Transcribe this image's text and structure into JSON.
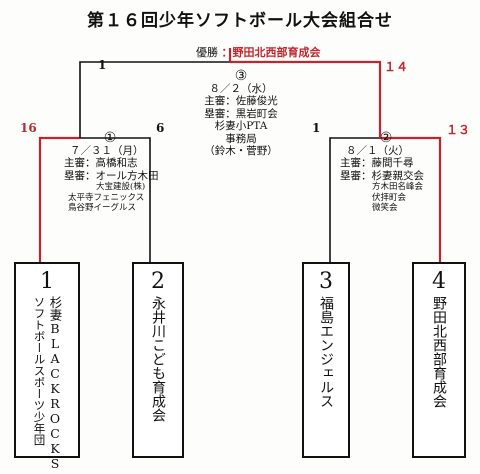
{
  "title": "第１６回少年ソフトボール大会組合せ",
  "winner": {
    "label": "優勝",
    "name": "：野田北西部育成会"
  },
  "final": {
    "number": "③",
    "date": "８／２（水）",
    "lines": [
      "主審：佐藤俊光",
      "塁審：黒岩町会",
      "杉妻小PTA",
      "事務局",
      "（鈴木・菅野）"
    ]
  },
  "semi1": {
    "number": "①",
    "date": "７／３１（月）",
    "lines": [
      "主審：高橋和志",
      "塁審：オール方木田",
      "大宝建設(株)",
      "太平寺フェニックス",
      "鳥谷野イーグルス"
    ]
  },
  "semi2": {
    "number": "②",
    "date": "８／１（火）",
    "lines": [
      "主審：藤間千尋",
      "塁審：杉妻親交会",
      "方木田名峰会",
      "伏拝町会",
      "微笑会"
    ]
  },
  "scores": {
    "final_left": "1",
    "final_right": "１４",
    "semi1_left": "16",
    "semi1_right": "6",
    "semi2_left": "1",
    "semi2_right": "１３"
  },
  "teams": [
    {
      "no": "1",
      "col1": "杉妻BLACKROCKS",
      "col2": "ソフトボールスポーツ少年団"
    },
    {
      "no": "2",
      "col1": "永井川こども育成会"
    },
    {
      "no": "3",
      "col1": "福島エンジェルス"
    },
    {
      "no": "4",
      "col1": "野田北西部育成会"
    }
  ],
  "colors": {
    "winner_line": "#c0262d",
    "line": "#111111"
  }
}
